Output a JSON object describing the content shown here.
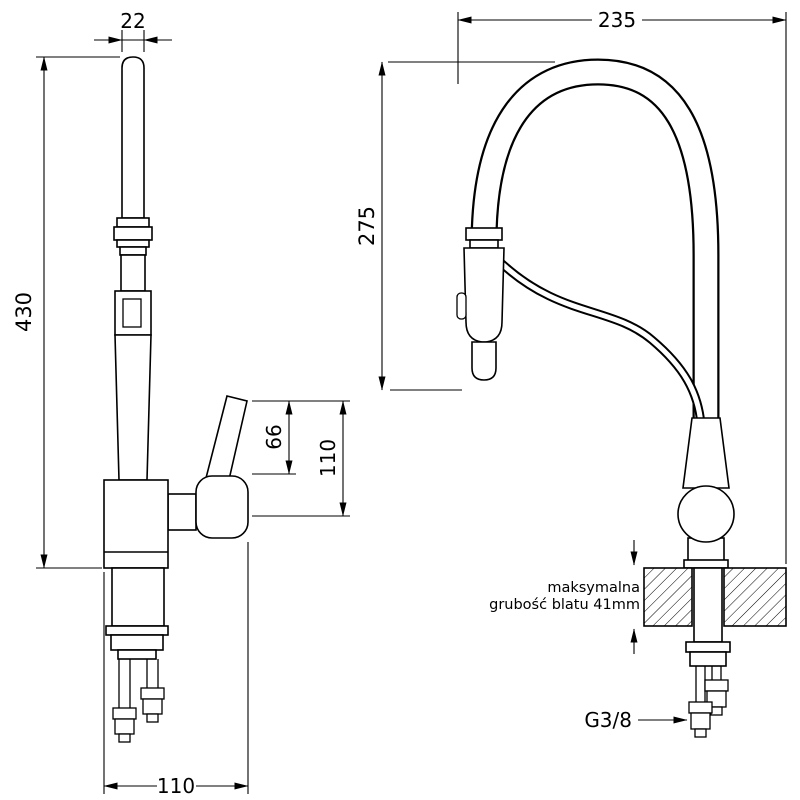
{
  "drawing": {
    "left_view": {
      "dim_spout_width": "22",
      "dim_total_height": "430",
      "dim_handle_offset": "66",
      "dim_handle_height": "110",
      "dim_base_width": "110"
    },
    "right_view": {
      "dim_width": "235",
      "dim_spout_height": "275",
      "counter_note_line1": "maksymalna",
      "counter_note_line2": "grubość blatu 41mm",
      "thread_size": "G3/8"
    }
  }
}
